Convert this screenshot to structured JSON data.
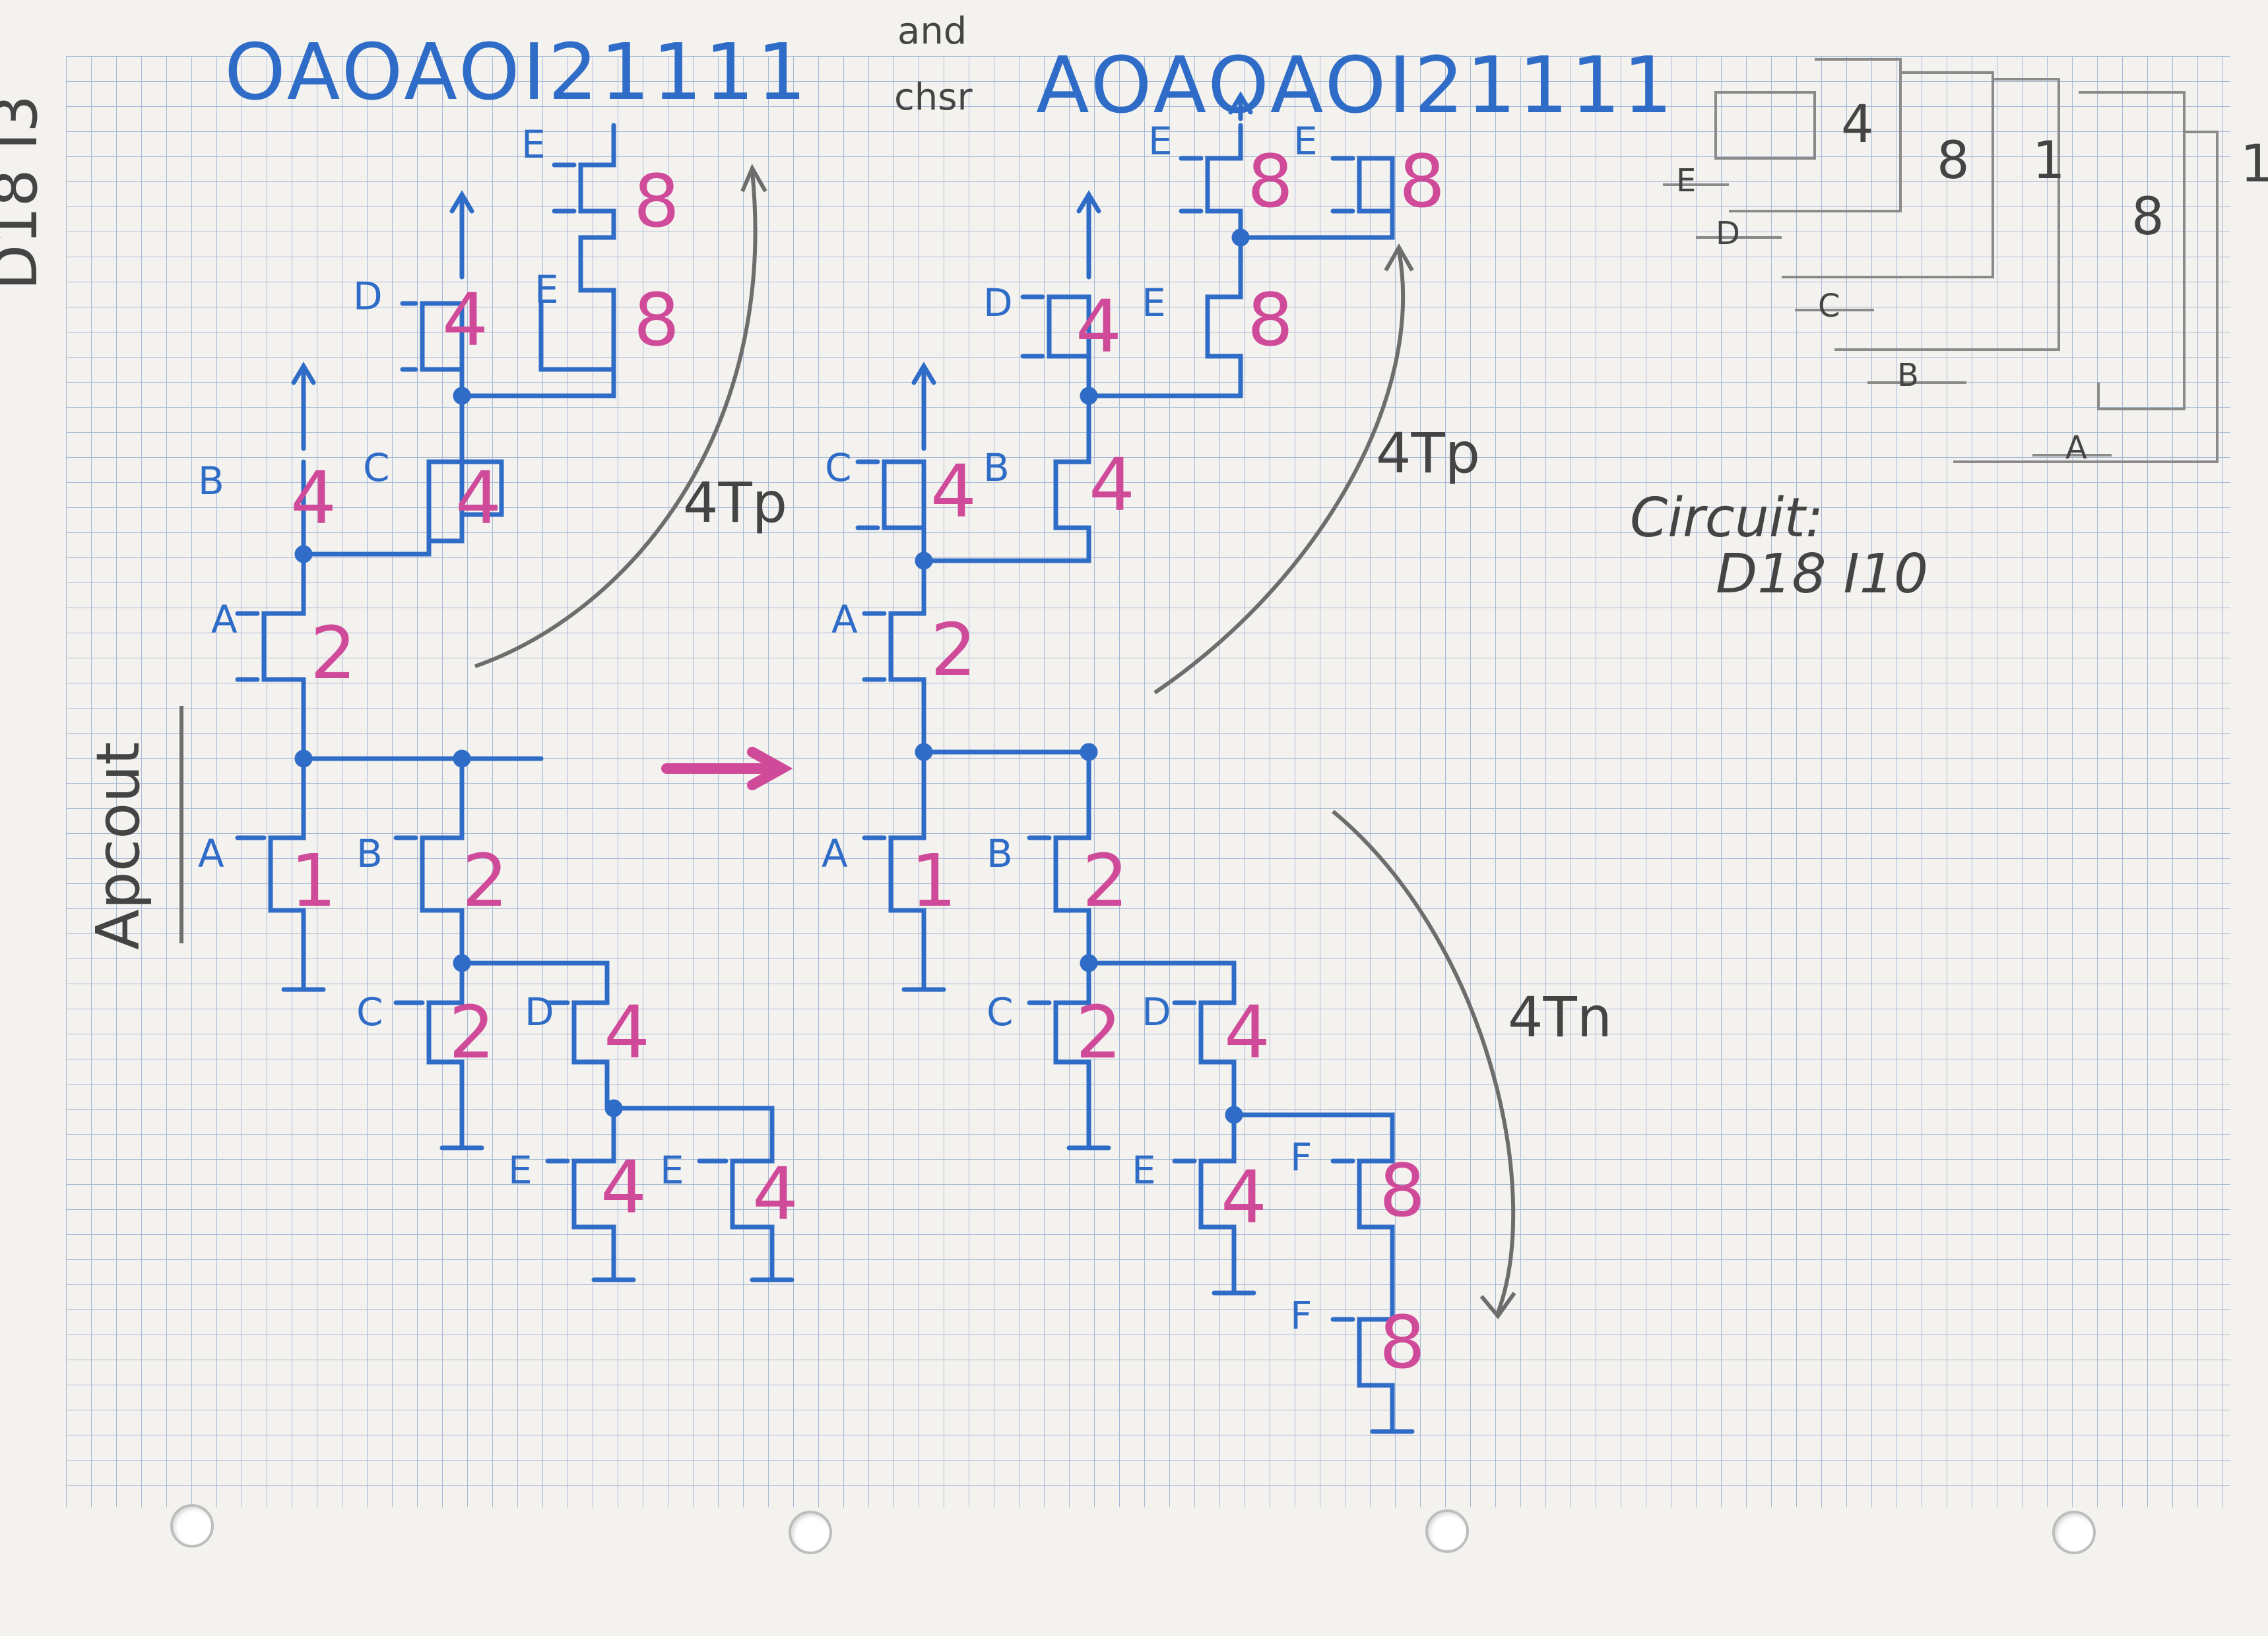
{
  "titles": {
    "left_cell": "OAOAOI21111",
    "and_label": "and",
    "chsr_label": "chsr",
    "right_cell": "AOAOAOI21111"
  },
  "side_labels": {
    "rotated_label": "D18 I3",
    "apcout_label": "Apcout"
  },
  "circuit_note": {
    "line1": "Circuit:",
    "line2": "D18 I10"
  },
  "curve_labels": {
    "left_tp": "4Tp",
    "right_tp": "4Tp",
    "tn": "4Tn"
  },
  "left_pullup_sizes": [
    "8",
    "8",
    "4",
    "4",
    "4",
    "2"
  ],
  "left_pulldown_sizes": [
    "1",
    "2",
    "2",
    "4",
    "4",
    "4"
  ],
  "right_pullup_sizes": [
    "8",
    "8",
    "8",
    "4",
    "4",
    "4",
    "2"
  ],
  "right_pulldown_sizes": [
    "1",
    "2",
    "2",
    "4",
    "4",
    "8",
    "8"
  ],
  "left_inputs": [
    "E",
    "E",
    "D",
    "C",
    "B",
    "A",
    "A",
    "B",
    "C",
    "D",
    "E",
    "E"
  ],
  "right_inputs": [
    "E",
    "E",
    "D",
    "E",
    "C",
    "B",
    "A",
    "A",
    "B",
    "C",
    "D",
    "E",
    "F",
    "F"
  ],
  "topright_sketch": {
    "numbers": [
      "4",
      "8",
      "1",
      "8",
      "1"
    ],
    "letters": [
      "E",
      "D",
      "C",
      "B",
      "A"
    ]
  },
  "colors": {
    "blue_ink": "#2f6cc7",
    "pink_ink": "#d04a9a",
    "pencil": "#555555",
    "grid": "#a7b9d6"
  }
}
